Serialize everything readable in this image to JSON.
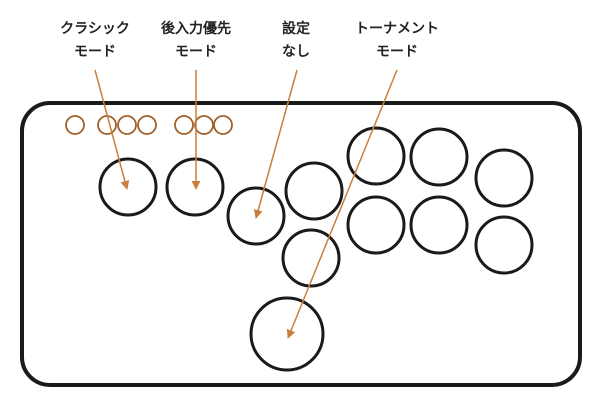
{
  "labels": [
    {
      "line1": "クラシック",
      "line2": "モード"
    },
    {
      "line1": "後入力優先",
      "line2": "モード"
    },
    {
      "line1": "設定",
      "line2": "なし"
    },
    {
      "line1": "トーナメント",
      "line2": "モード"
    }
  ],
  "colors": {
    "accent": "#c8803e",
    "outline": "#1a1a1a"
  }
}
